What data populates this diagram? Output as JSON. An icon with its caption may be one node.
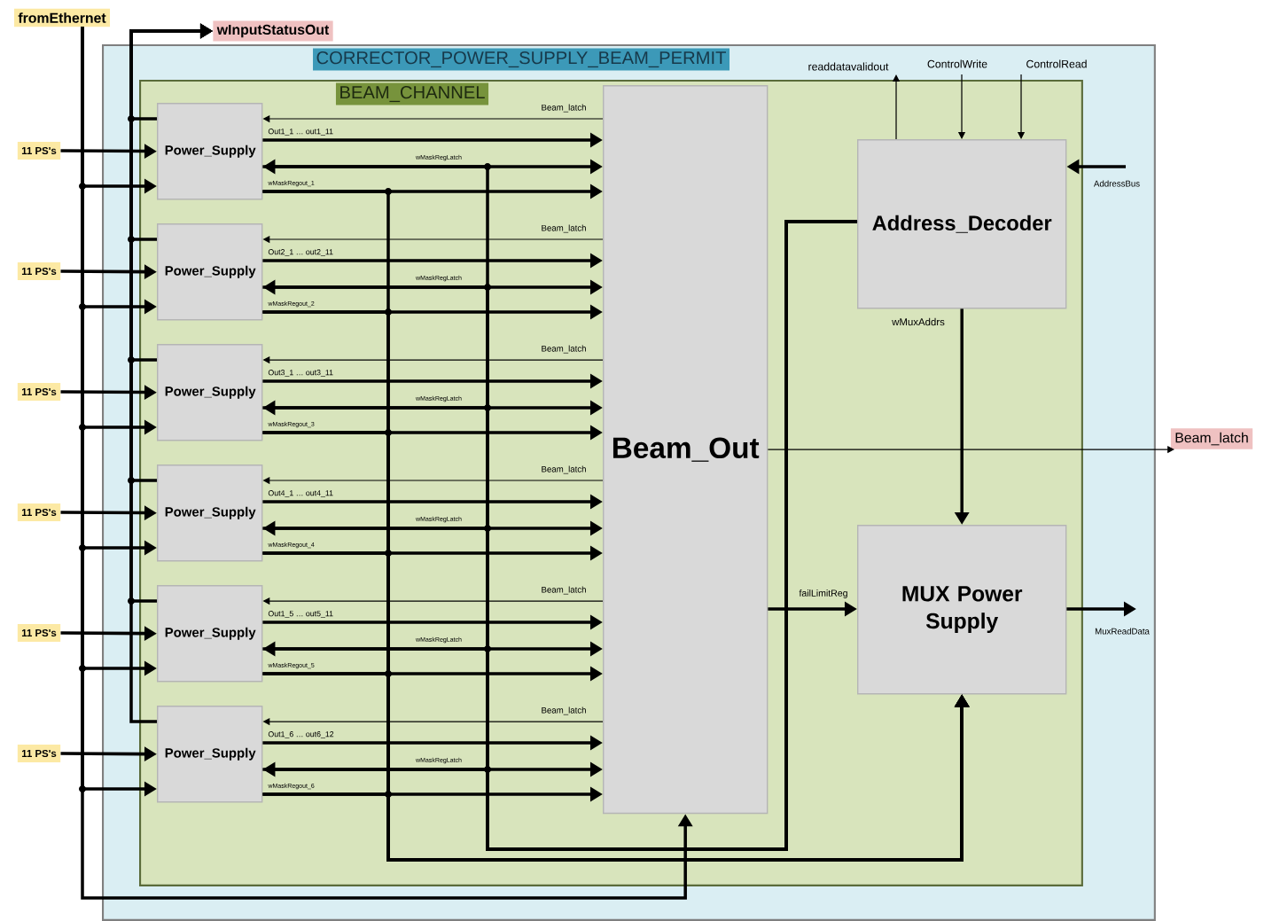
{
  "diagram": {
    "nodes": [
      {
        "text": [
          "CORRECTOR_POWER_SUPPLY_BEAM_PERMIT"
        ]
      },
      {
        "text": [
          "BEAM_CHANNEL"
        ],
        "in": 0
      },
      {
        "text": [
          "Power_Supply"
        ],
        "in": 1
      },
      {
        "text": [
          "Power_Supply"
        ],
        "in": 1
      },
      {
        "text": [
          "Power_Supply"
        ],
        "in": 1
      },
      {
        "text": [
          "Power_Supply"
        ],
        "in": 1
      },
      {
        "text": [
          "Power_Supply"
        ],
        "in": 1
      },
      {
        "text": [
          "Power_Supply"
        ],
        "in": 1
      },
      {
        "text": [
          "Beam_Out"
        ],
        "in": 1
      },
      {
        "text": [
          "Address_Decoder"
        ],
        "in": 1
      },
      {
        "text": [
          "MUX Power Supply"
        ],
        "in": 1
      },
      {
        "text": [
          "fromEthernet"
        ]
      },
      {
        "text": [
          "wInputStatusOut"
        ]
      },
      {
        "text": [
          "11 PS's"
        ]
      },
      {
        "text": [
          "11 PS's"
        ]
      },
      {
        "text": [
          "11 PS's"
        ]
      },
      {
        "text": [
          "11 PS's"
        ]
      },
      {
        "text": [
          "11 PS's"
        ]
      },
      {
        "text": [
          "11 PS's"
        ]
      },
      {
        "text": [
          "Beam_latch"
        ]
      }
    ],
    "edges": [
      {
        "from": 13,
        "to": 2,
        "arrow": "to"
      },
      {
        "from": 11,
        "to": 2,
        "arrow": "to"
      },
      {
        "from": 2,
        "to": 12,
        "arrow": "to"
      },
      {
        "from": 8,
        "to": 2,
        "arrow": "to",
        "label": "Beam_latch"
      },
      {
        "from": 2,
        "to": 8,
        "arrow": "to",
        "label": "Out1_1 … out1_11"
      },
      {
        "from": 2,
        "to": 8,
        "arrow": "both",
        "label": "wMaskRegLatch"
      },
      {
        "from": 2,
        "to": 8,
        "arrow": "to",
        "label": "wMaskRegout_1"
      },
      {
        "from": 2,
        "to": 10,
        "arrow": "to"
      },
      {
        "from": 2,
        "to": 9,
        "arrow": "none"
      },
      {
        "from": 14,
        "to": 3,
        "arrow": "to"
      },
      {
        "from": 11,
        "to": 3,
        "arrow": "to"
      },
      {
        "from": 3,
        "to": 12,
        "arrow": "to"
      },
      {
        "from": 8,
        "to": 3,
        "arrow": "to",
        "label": "Beam_latch"
      },
      {
        "from": 3,
        "to": 8,
        "arrow": "to",
        "label": "Out2_1 … out2_11"
      },
      {
        "from": 3,
        "to": 8,
        "arrow": "both",
        "label": "wMaskRegLatch"
      },
      {
        "from": 3,
        "to": 8,
        "arrow": "to",
        "label": "wMaskRegout_2"
      },
      {
        "from": 3,
        "to": 10,
        "arrow": "to"
      },
      {
        "from": 3,
        "to": 9,
        "arrow": "none"
      },
      {
        "from": 15,
        "to": 4,
        "arrow": "to"
      },
      {
        "from": 11,
        "to": 4,
        "arrow": "to"
      },
      {
        "from": 4,
        "to": 12,
        "arrow": "to"
      },
      {
        "from": 8,
        "to": 4,
        "arrow": "to",
        "label": "Beam_latch"
      },
      {
        "from": 4,
        "to": 8,
        "arrow": "to",
        "label": "Out3_1 … out3_11"
      },
      {
        "from": 4,
        "to": 8,
        "arrow": "both",
        "label": "wMaskRegLatch"
      },
      {
        "from": 4,
        "to": 8,
        "arrow": "to",
        "label": "wMaskRegout_3"
      },
      {
        "from": 4,
        "to": 10,
        "arrow": "to"
      },
      {
        "from": 4,
        "to": 9,
        "arrow": "none"
      },
      {
        "from": 16,
        "to": 5,
        "arrow": "to"
      },
      {
        "from": 11,
        "to": 5,
        "arrow": "to"
      },
      {
        "from": 5,
        "to": 12,
        "arrow": "to"
      },
      {
        "from": 8,
        "to": 5,
        "arrow": "to",
        "label": "Beam_latch"
      },
      {
        "from": 5,
        "to": 8,
        "arrow": "to",
        "label": "Out4_1 … out4_11"
      },
      {
        "from": 5,
        "to": 8,
        "arrow": "both",
        "label": "wMaskRegLatch"
      },
      {
        "from": 5,
        "to": 8,
        "arrow": "to",
        "label": "wMaskRegout_4"
      },
      {
        "from": 5,
        "to": 10,
        "arrow": "to"
      },
      {
        "from": 5,
        "to": 9,
        "arrow": "none"
      },
      {
        "from": 17,
        "to": 6,
        "arrow": "to"
      },
      {
        "from": 11,
        "to": 6,
        "arrow": "to"
      },
      {
        "from": 6,
        "to": 12,
        "arrow": "to"
      },
      {
        "from": 8,
        "to": 6,
        "arrow": "to",
        "label": "Beam_latch"
      },
      {
        "from": 6,
        "to": 8,
        "arrow": "to",
        "label": "Out1_5 … out5_11"
      },
      {
        "from": 6,
        "to": 8,
        "arrow": "both",
        "label": "wMaskRegLatch"
      },
      {
        "from": 6,
        "to": 8,
        "arrow": "to",
        "label": "wMaskRegout_5"
      },
      {
        "from": 6,
        "to": 10,
        "arrow": "to"
      },
      {
        "from": 6,
        "to": 9,
        "arrow": "none"
      },
      {
        "from": 18,
        "to": 7,
        "arrow": "to"
      },
      {
        "from": 11,
        "to": 7,
        "arrow": "to"
      },
      {
        "from": 7,
        "to": 12,
        "arrow": "to"
      },
      {
        "from": 8,
        "to": 7,
        "arrow": "to",
        "label": "Beam_latch"
      },
      {
        "from": 7,
        "to": 8,
        "arrow": "to",
        "label": "Out1_6 … out6_12"
      },
      {
        "from": 7,
        "to": 8,
        "arrow": "both",
        "label": "wMaskRegLatch"
      },
      {
        "from": 7,
        "to": 8,
        "arrow": "to",
        "label": "wMaskRegout_6"
      },
      {
        "from": 7,
        "to": 10,
        "arrow": "to"
      },
      {
        "from": 7,
        "to": 9,
        "arrow": "none"
      },
      {
        "from": 11,
        "to": 8,
        "arrow": "to"
      },
      {
        "from": 8,
        "to": 19,
        "arrow": "to"
      },
      {
        "from": 8,
        "to": 10,
        "arrow": "to",
        "label": "failLimitReg"
      },
      {
        "from": 9,
        "to": 10,
        "arrow": "to",
        "label": "wMuxAddrs"
      },
      {
        "from": 9,
        "to": null,
        "arrow": "to",
        "label": "readdatavalidout"
      },
      {
        "from": null,
        "to": 9,
        "arrow": "to",
        "label": "ControlWrite"
      },
      {
        "from": null,
        "to": 9,
        "arrow": "to",
        "label": "ControlRead"
      },
      {
        "from": null,
        "to": 9,
        "arrow": "to",
        "label": "AddressBus"
      },
      {
        "from": 10,
        "to": null,
        "arrow": "to",
        "label": "MuxReadData"
      }
    ]
  }
}
